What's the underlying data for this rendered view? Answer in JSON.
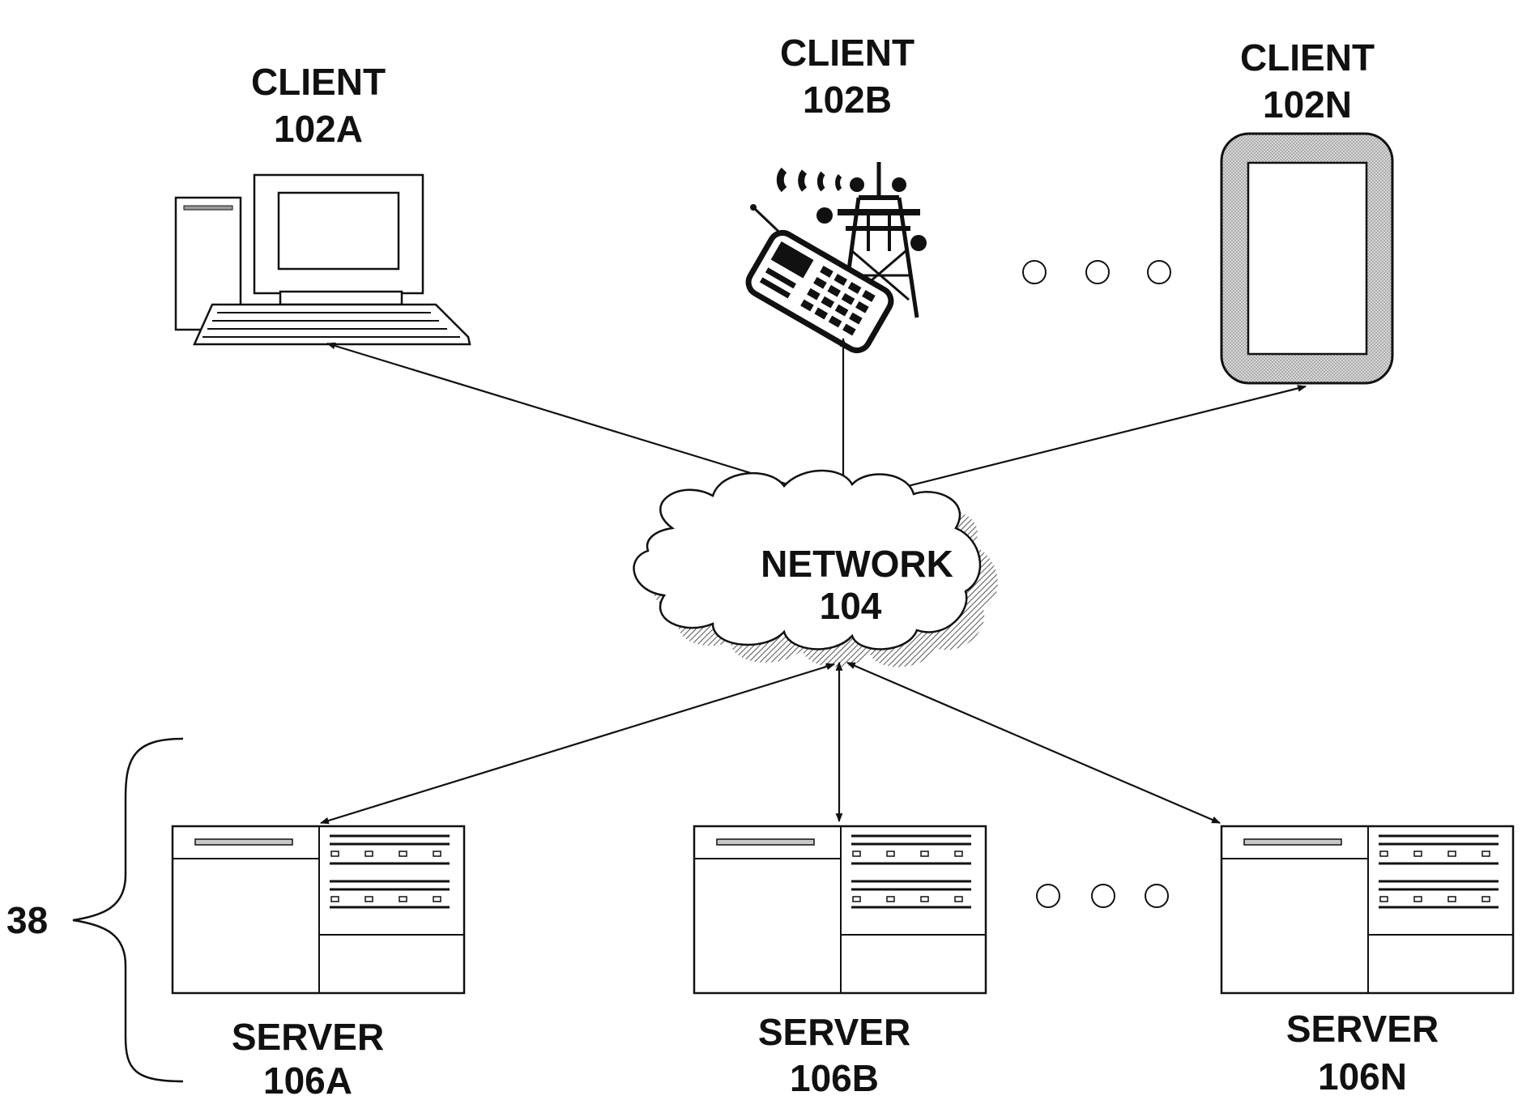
{
  "clients": [
    {
      "title": "CLIENT",
      "id": "102A"
    },
    {
      "title": "CLIENT",
      "id": "102B"
    },
    {
      "title": "CLIENT",
      "id": "102N"
    }
  ],
  "network": {
    "title": "NETWORK",
    "id": "104"
  },
  "servers": [
    {
      "title": "SERVER",
      "id": "106A"
    },
    {
      "title": "SERVER",
      "id": "106B"
    },
    {
      "title": "SERVER",
      "id": "106N"
    }
  ],
  "group_label": "38"
}
